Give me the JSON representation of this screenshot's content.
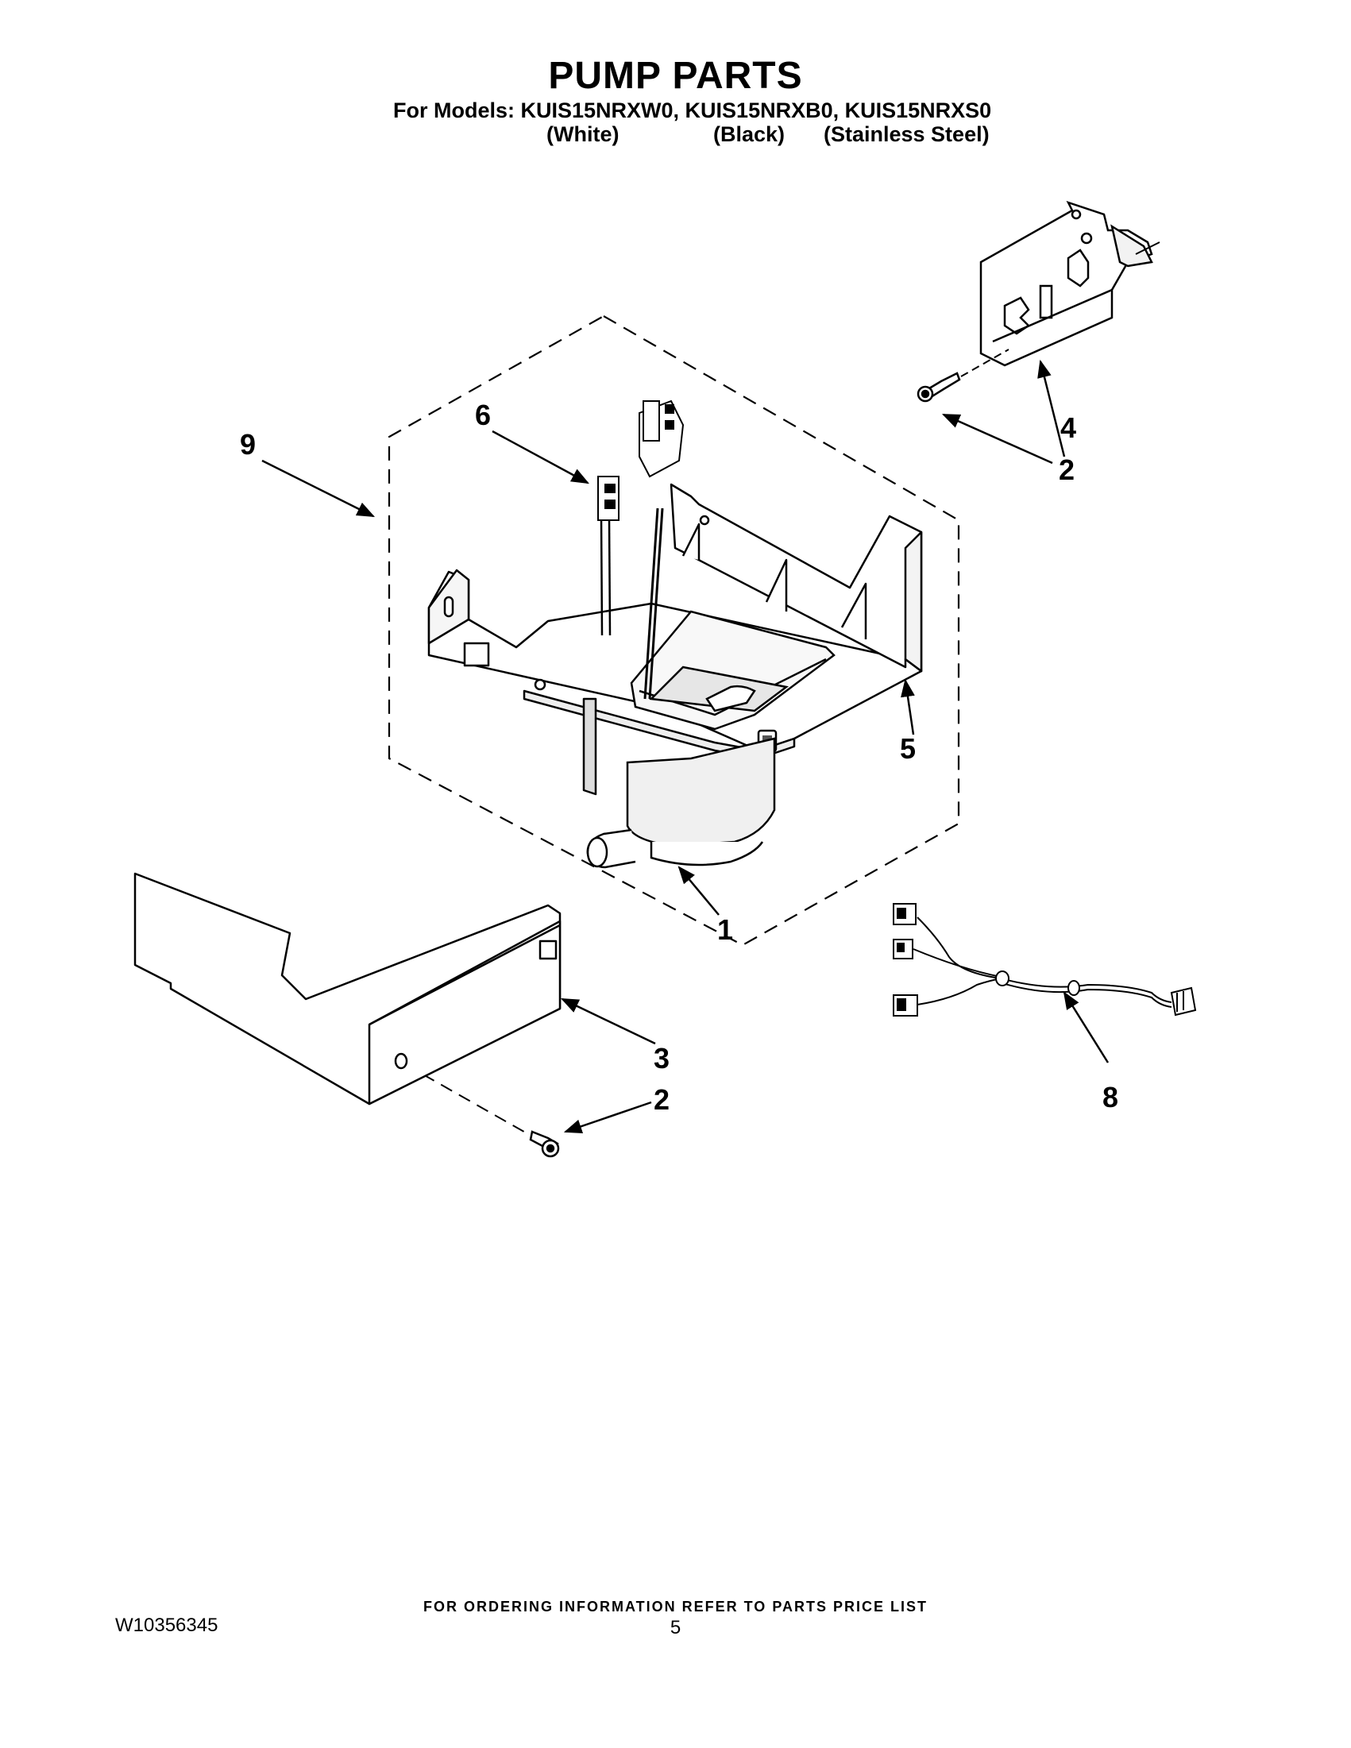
{
  "header": {
    "title": "PUMP PARTS",
    "models_line": "For Models: KUIS15NRXW0, KUIS15NRXB0, KUIS15NRXS0",
    "colors": [
      "(White)",
      "(Black)",
      "(Stainless Steel)"
    ]
  },
  "callouts": {
    "c1": "1",
    "c2a": "2",
    "c2b": "2",
    "c3": "3",
    "c4": "4",
    "c5": "5",
    "c6": "6",
    "c8": "8",
    "c9": "9"
  },
  "footer": {
    "ordering_info": "FOR ORDERING INFORMATION REFER TO PARTS PRICE LIST",
    "doc_number": "W10356345",
    "page_number": "5"
  }
}
